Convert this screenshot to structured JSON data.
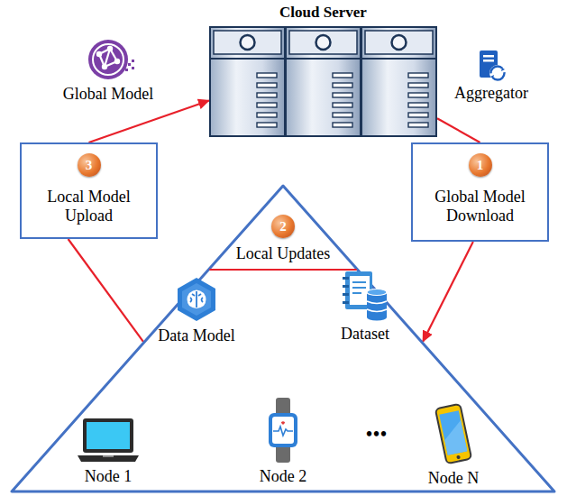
{
  "diagram": {
    "nodes": [
      {
        "text": [
          "Cloud Server"
        ]
      },
      {
        "text": [
          "3",
          "Local Model Upload"
        ]
      },
      {
        "text": [
          "1",
          "Global Model Download"
        ]
      },
      {
        "text": [
          "2",
          "Local Updates"
        ]
      },
      {
        "text": [
          "Data Model"
        ],
        "in": 3
      },
      {
        "text": [
          "Dataset"
        ],
        "in": 3
      },
      {
        "text": [
          "Node 1"
        ],
        "in": 3
      },
      {
        "text": [
          "Node 2"
        ],
        "in": 3
      },
      {
        "text": [
          "Node N"
        ],
        "in": 3
      }
    ],
    "edges": [
      {
        "from": 1,
        "to": 0,
        "arrow": "to"
      },
      {
        "from": 0,
        "to": 2,
        "arrow": "none"
      },
      {
        "from": 2,
        "to": 3,
        "arrow": "to"
      },
      {
        "from": 1,
        "to": 3,
        "arrow": "none"
      },
      {
        "from": 4,
        "to": 5,
        "arrow": "both"
      },
      {
        "from": 4,
        "to": 6,
        "arrow": "both"
      },
      {
        "from": 5,
        "to": 7,
        "arrow": "both"
      },
      {
        "from": 5,
        "to": 8,
        "arrow": "both"
      }
    ],
    "labels": [
      "Global Model",
      "Aggregator",
      "•••"
    ]
  }
}
